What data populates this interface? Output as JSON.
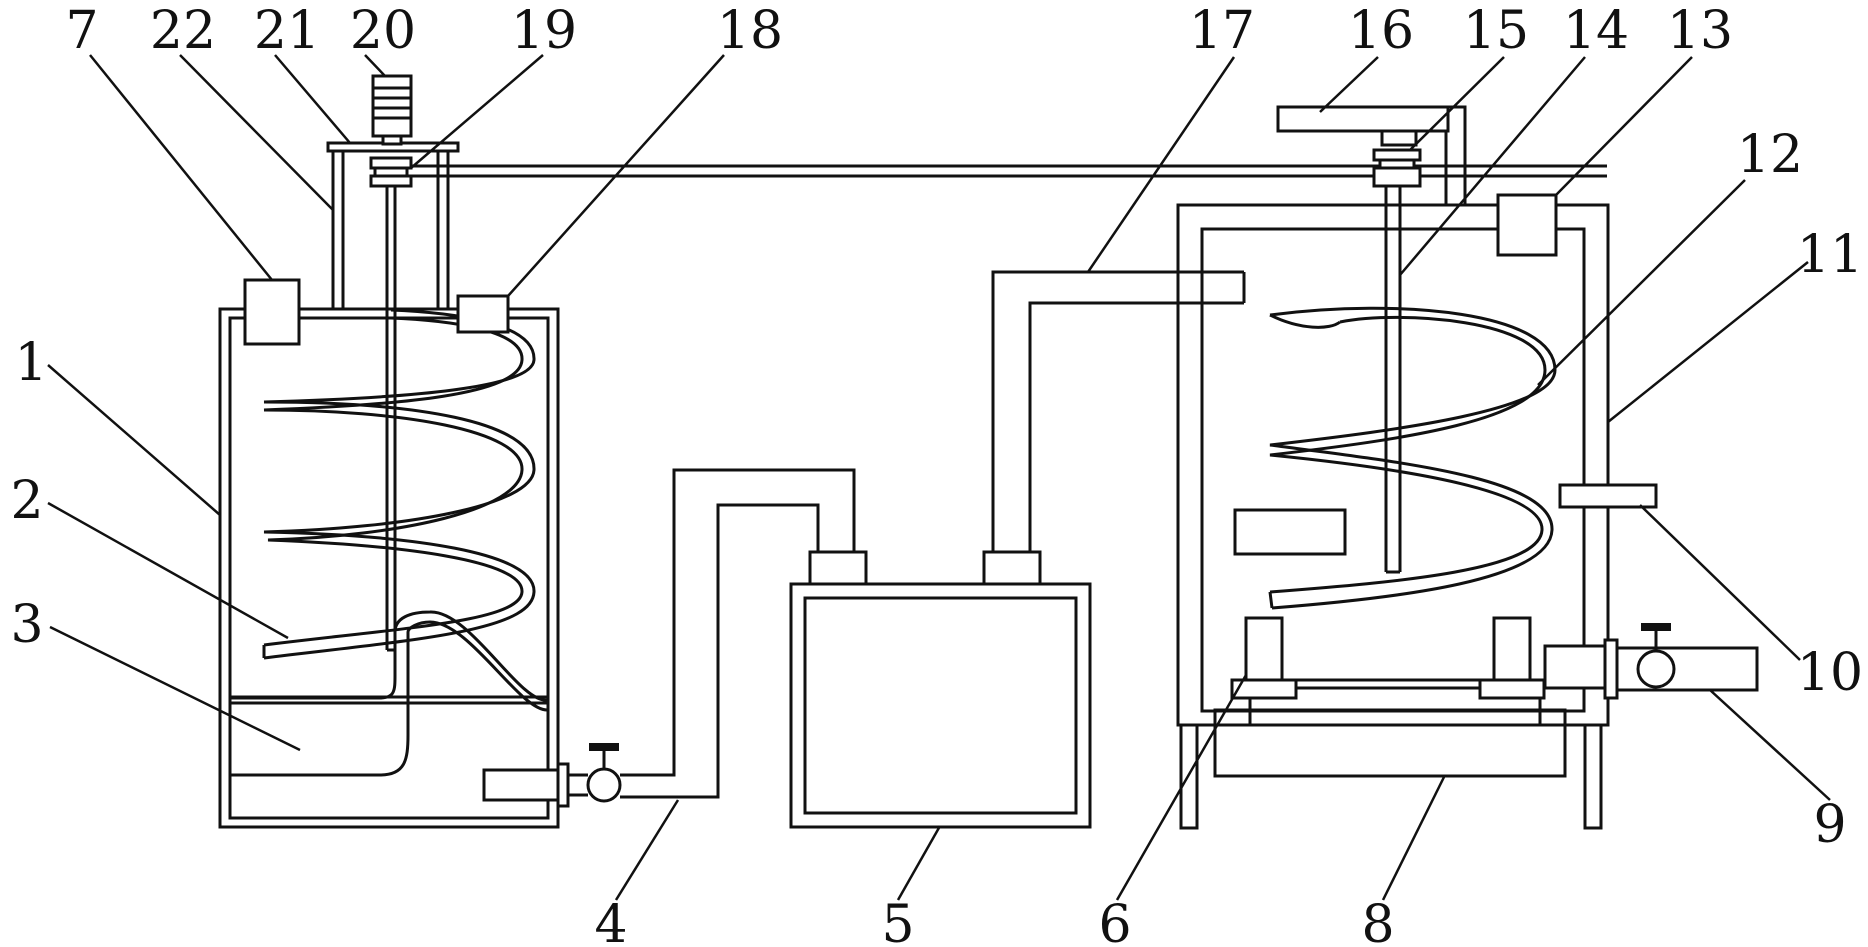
{
  "diagram": {
    "labels": [
      "1",
      "2",
      "3",
      "4",
      "5",
      "6",
      "7",
      "8",
      "9",
      "10",
      "11",
      "12",
      "13",
      "14",
      "15",
      "16",
      "17",
      "18",
      "19",
      "20",
      "21",
      "22"
    ]
  },
  "colors": {
    "stroke": "#111111",
    "background": "#ffffff"
  }
}
